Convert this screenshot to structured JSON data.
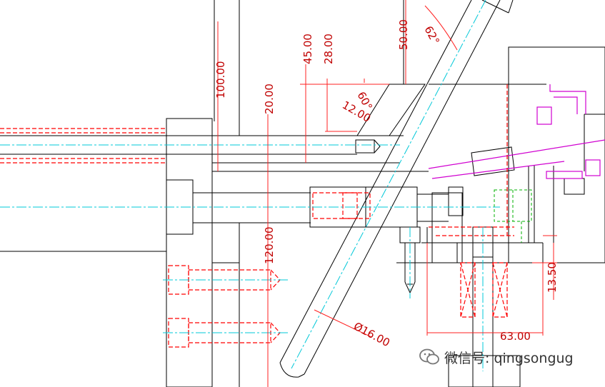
{
  "dimensions": {
    "d100": "100.00",
    "d45": "45.00",
    "d28": "28.00",
    "d50": "50.00",
    "d20": "20.00",
    "d120": "120.00",
    "d1350": "13.50",
    "d63": "63.00",
    "dia16": "Ø16.00",
    "ang60": "60°",
    "ang62": "62°",
    "d12": "12.00"
  },
  "watermark": {
    "text": "微信号: qingsongug"
  },
  "colors": {
    "outline": "#000000",
    "dimension": "#c00000",
    "centerline": "#00c8d8",
    "hidden": "#ff0000",
    "magenta": "#d000d0",
    "green": "#00b000"
  }
}
